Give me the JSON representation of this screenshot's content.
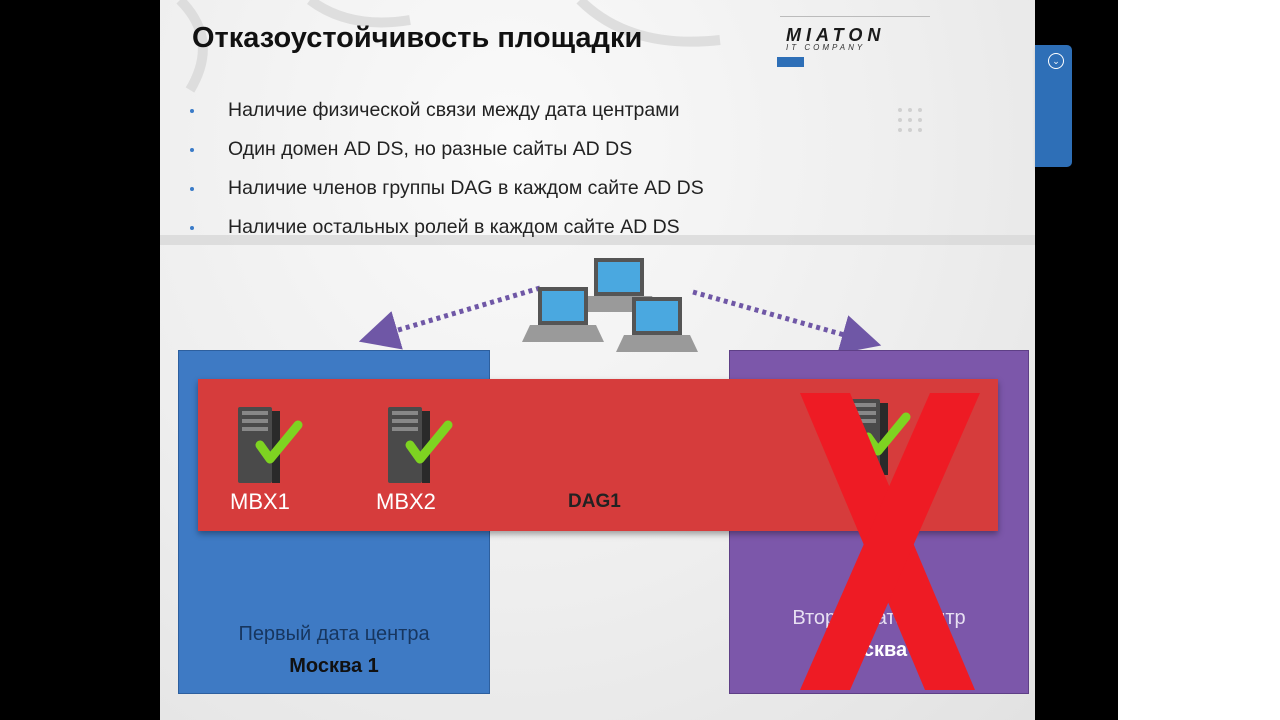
{
  "slide": {
    "title": "Отказоустойчивость площадки",
    "bullets": [
      "Наличие физической связи между дата центрами",
      "Один домен AD DS, но разные сайты AD DS",
      "Наличие членов группы DAG в каждом сайте AD DS",
      "Наличие остальных ролей в каждом сайте AD DS"
    ]
  },
  "logo": {
    "name": "MIATON",
    "tagline": "IT COMPANY"
  },
  "diagram": {
    "dag_label": "DAG1",
    "servers": [
      "MBX1",
      "MBX2"
    ],
    "datacenter_1": {
      "name": "Первый дата центра",
      "city": "Москва 1"
    },
    "datacenter_2": {
      "name": "Второй дата центр",
      "city": "Москва 2"
    }
  },
  "icons": {
    "server": "server-icon",
    "laptops": "laptop-group-icon",
    "failure": "red-x-icon",
    "widget": "chevron-down-icon"
  },
  "colors": {
    "accent": "#2e6fb7",
    "datacenter_1": "#3e7ac4",
    "datacenter_2": "#7c57aa",
    "dag": "#d63c3c",
    "failure_x": "#ee1b24"
  }
}
